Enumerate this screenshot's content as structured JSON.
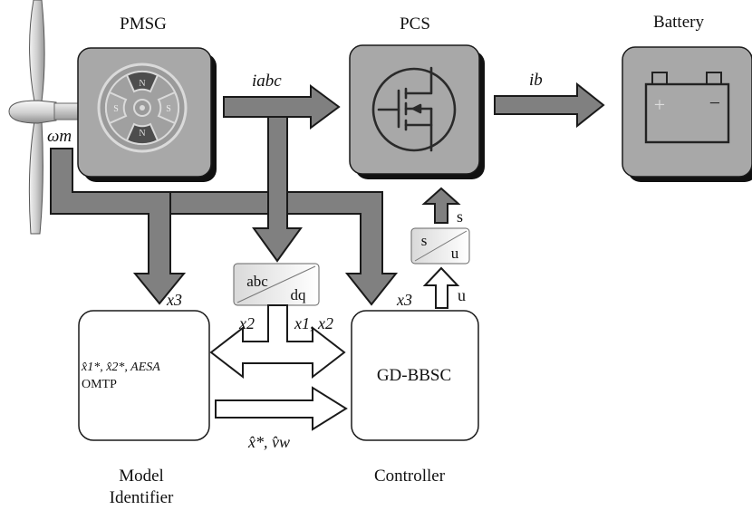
{
  "blocks": {
    "pmsg": {
      "title": "PMSG",
      "pole_labels": [
        "N",
        "S",
        "S",
        "N"
      ]
    },
    "pcs": {
      "title": "PCS"
    },
    "battery": {
      "title": "Battery",
      "plus": "+",
      "minus": "−"
    },
    "model_identifier": {
      "caption_line1": "Model",
      "caption_line2": "Identifier",
      "content_line1": "x̂1*, x̂2*, AESA",
      "content_line2": "OMTP"
    },
    "controller": {
      "label": "GD-BBSC",
      "caption": "Controller"
    }
  },
  "transforms": {
    "abc_dq": {
      "top": "abc",
      "bottom": "dq"
    },
    "s_u": {
      "top": "s",
      "bottom": "u"
    }
  },
  "signals": {
    "omega_m": "ωm",
    "i_abc": "iabc",
    "i_b": "ib",
    "x3_left": "x3",
    "x3_right": "x3",
    "x2": "x2",
    "x1_x2": "x1, x2",
    "s": "s",
    "u": "u",
    "xhat_vhat": "x̂*, v̂w"
  },
  "colors": {
    "arrow_fill": "#808080",
    "block_fill": "#a6a6a6",
    "block_shadow": "#111111",
    "outline": "#222222"
  }
}
